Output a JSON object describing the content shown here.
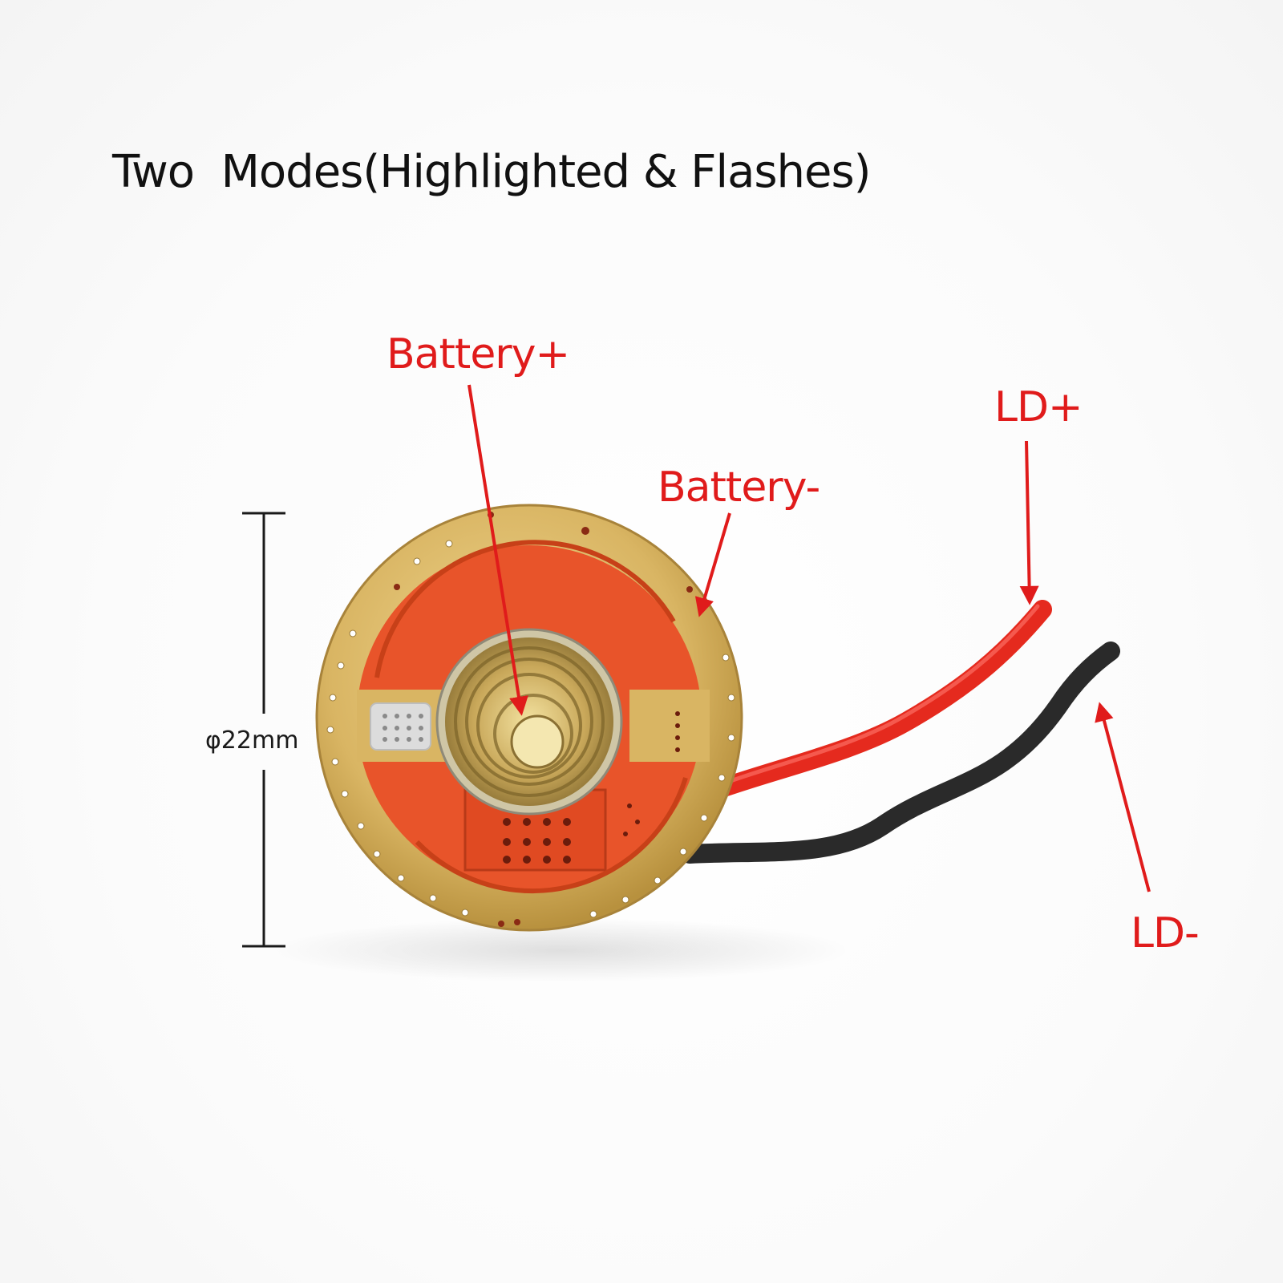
{
  "title": "Two  Modes(Highlighted & Flashes)",
  "labels": {
    "battery_plus": "Battery+",
    "battery_minus": "Battery-",
    "ld_plus": "LD+",
    "ld_minus": "LD-"
  },
  "dimension": "φ22mm",
  "colors": {
    "annotation_red": "#e01b1b",
    "pcb_gold": "#d9b563",
    "pcb_orange": "#e8542a",
    "wire_red": "#e52a1e",
    "wire_black": "#2a2a2a"
  }
}
